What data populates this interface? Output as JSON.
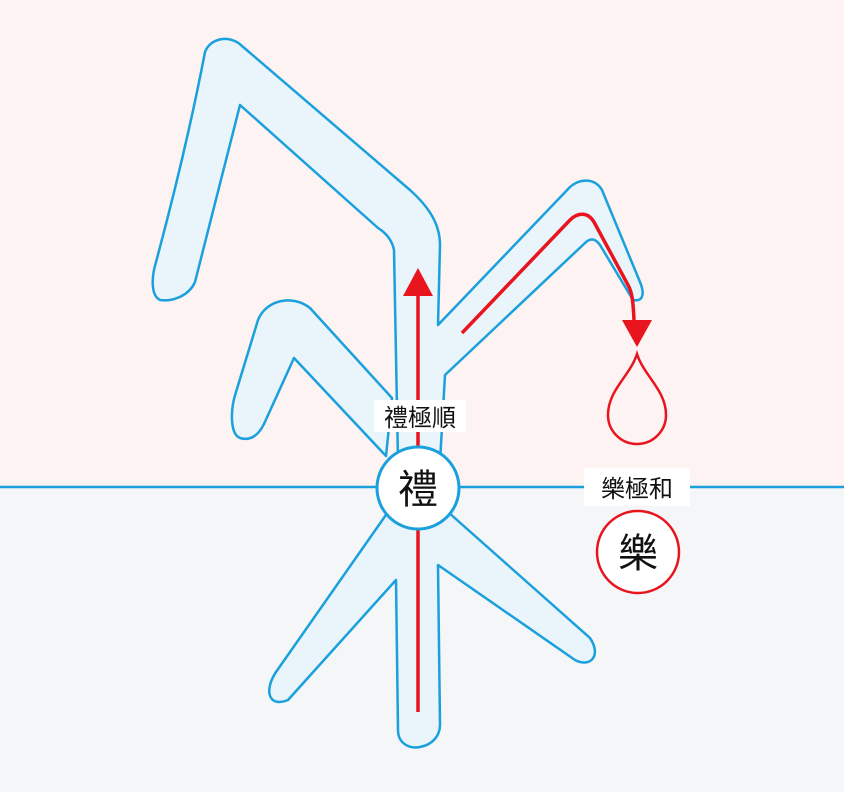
{
  "colors": {
    "blue": "#1aa0dc",
    "red": "#e8141e",
    "fill": "#e9f4fb",
    "top_bg": "#fdf3f2",
    "bottom_bg": "#f5f6f8"
  },
  "labels": {
    "li_ji_shun": "禮極順",
    "yue_ji_he": "樂極和",
    "li_char": "禮",
    "yue_char": "樂"
  }
}
